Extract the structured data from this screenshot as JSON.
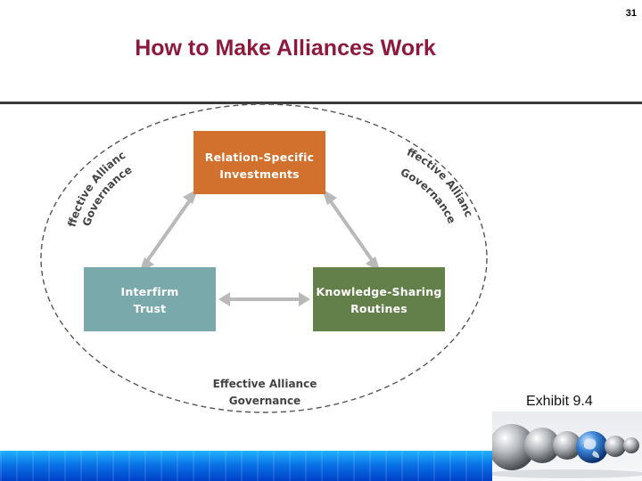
{
  "page_number": "31",
  "title": "How to Make Alliances Work",
  "boxes": {
    "relation": {
      "line1": "Relation-Specific",
      "line2": "Investments",
      "color": "#d2702e"
    },
    "trust": {
      "line1": "Interfirm",
      "line2": "Trust",
      "color": "#7aa9ab"
    },
    "knowledge": {
      "line1": "Knowledge-Sharing",
      "line2": "Routines",
      "color": "#64804a"
    }
  },
  "ring_labels": {
    "left": {
      "line1": "Effective Alliance",
      "line2": "Governance"
    },
    "right": {
      "line1": "Effective Alliance",
      "line2": "Governance"
    },
    "bottom": {
      "line1": "Effective Alliance",
      "line2": "Governance"
    }
  },
  "colors": {
    "title": "#8b1a3c",
    "arrow": "#b9b9b9",
    "ring": "#555555"
  },
  "exhibit_label": "Exhibit 9.4",
  "footer_icon": "globe-among-silver-spheres"
}
